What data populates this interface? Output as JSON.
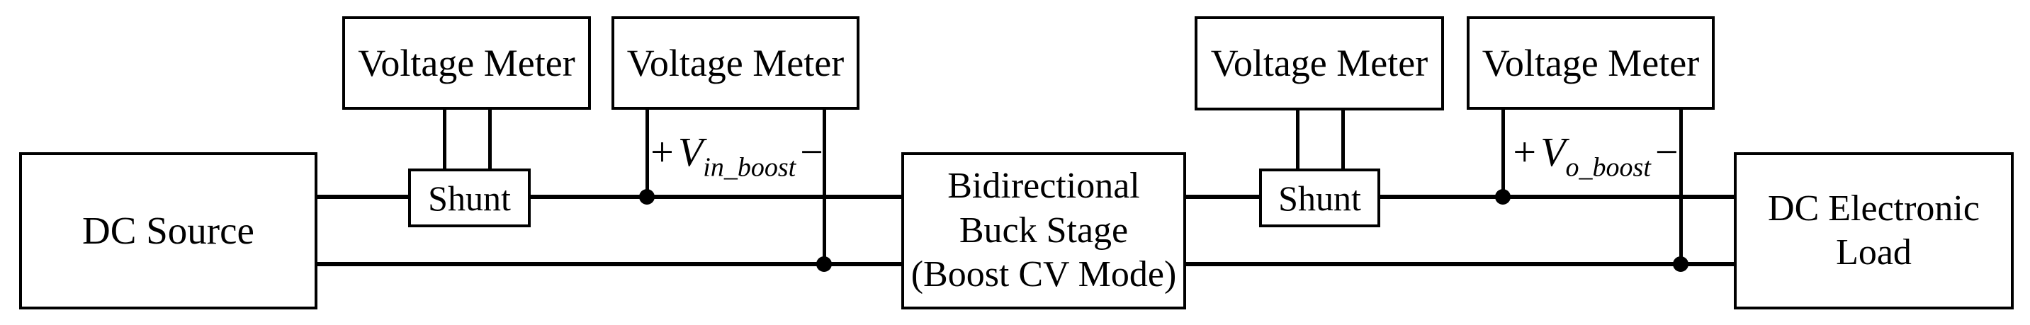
{
  "diagram": {
    "background_color": "#ffffff",
    "line_color": "#000000",
    "box_fill_color": "#ffffff",
    "nodes": {
      "dc_source": {
        "label": "DC Source"
      },
      "voltage_meter_1": {
        "label": "Voltage Meter"
      },
      "shunt_1": {
        "label": "Shunt"
      },
      "voltage_meter_2": {
        "label": "Voltage Meter"
      },
      "buck_stage": {
        "lines": [
          "Bidirectional",
          "Buck Stage",
          "(Boost CV Mode)"
        ]
      },
      "voltage_meter_3": {
        "label": "Voltage Meter"
      },
      "shunt_2": {
        "label": "Shunt"
      },
      "voltage_meter_4": {
        "label": "Voltage Meter"
      },
      "dc_load": {
        "lines": [
          "DC Electronic",
          "Load"
        ]
      }
    },
    "voltage_labels": {
      "vin_boost": {
        "plus": "+",
        "symbol": "V",
        "subscript": "in_boost",
        "minus": "−"
      },
      "vo_boost": {
        "plus": "+",
        "symbol": "V",
        "subscript": "o_boost",
        "minus": "−"
      }
    }
  }
}
